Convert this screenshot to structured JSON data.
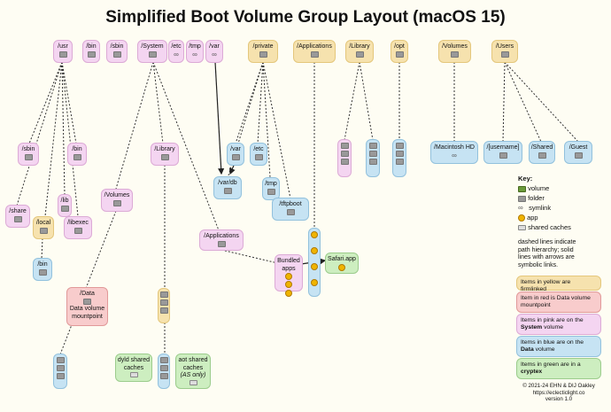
{
  "title": "Simplified Boot Volume Group Layout (macOS 15)",
  "nodes": {
    "usr": "/usr",
    "bin_root": "/bin",
    "sbin_root": "/sbin",
    "system": "/System",
    "etc_root": "/etc",
    "tmp_root": "/tmp",
    "var_root": "/var",
    "private": "/private",
    "applications_root": "/Applications",
    "library_root": "/Library",
    "opt": "/opt",
    "volumes_root": "/Volumes",
    "users": "/Users",
    "usr_sbin": "/sbin",
    "usr_bin": "/bin",
    "usr_share": "/share",
    "usr_lib": "/lib",
    "usr_libexec": "/libexec",
    "usr_local": "/local",
    "local_bin": "/bin",
    "sys_library": "/Library",
    "sys_volumes": "/Volumes",
    "sys_applications": "/Applications",
    "priv_var": "/var",
    "priv_etc": "/etc",
    "priv_tmp": "/tmp",
    "var_db": "/var/db",
    "tftpboot": "/tftpboot",
    "macintosh_hd": "/Macintosh HD",
    "username": "/[username]",
    "shared": "/Shared",
    "guest": "/Guest",
    "data_line1": "/Data",
    "data_line2": "Data volume",
    "data_line3": "mountpoint",
    "bundled_line1": "Bundled",
    "bundled_line2": "apps",
    "safari": "Safari.app",
    "dyld_line1": "dyld shared",
    "dyld_line2": "caches",
    "aot_line1": "aot shared",
    "aot_line2": "caches",
    "aot_line3": "(AS only)"
  },
  "legend": {
    "key_title": "Key:",
    "volume": "volume",
    "folder": "folder",
    "symlink": "symlink",
    "app": "app",
    "shared_caches": "shared caches",
    "note_line1": "dashed lines indicate",
    "note_line2": "path hierarchy; solid",
    "note_line3": "lines with arrows are",
    "note_line4": "symbolic links.",
    "yellow_text": "Items in yellow are firmlinked",
    "red_text": "Item in red is Data volume mountpoint",
    "pink_pre": "Items in pink are on the ",
    "pink_bold": "System",
    "pink_post": " volume",
    "blue_pre": "Items in blue are on the ",
    "blue_bold": "Data",
    "blue_post": " volume",
    "green_pre": "Items in green are in a ",
    "green_bold": "cryptex"
  },
  "credit": {
    "line1": "© 2021-24 EHN & DIJ Oakley",
    "line2": "https://eclecticlight.co",
    "line3": "version 1.0"
  },
  "colors": {
    "yellow": "#f6e2ae",
    "pink": "#f4d5f1",
    "blue": "#c6e3f3",
    "red": "#f8cccc",
    "green": "#cdeec0"
  }
}
